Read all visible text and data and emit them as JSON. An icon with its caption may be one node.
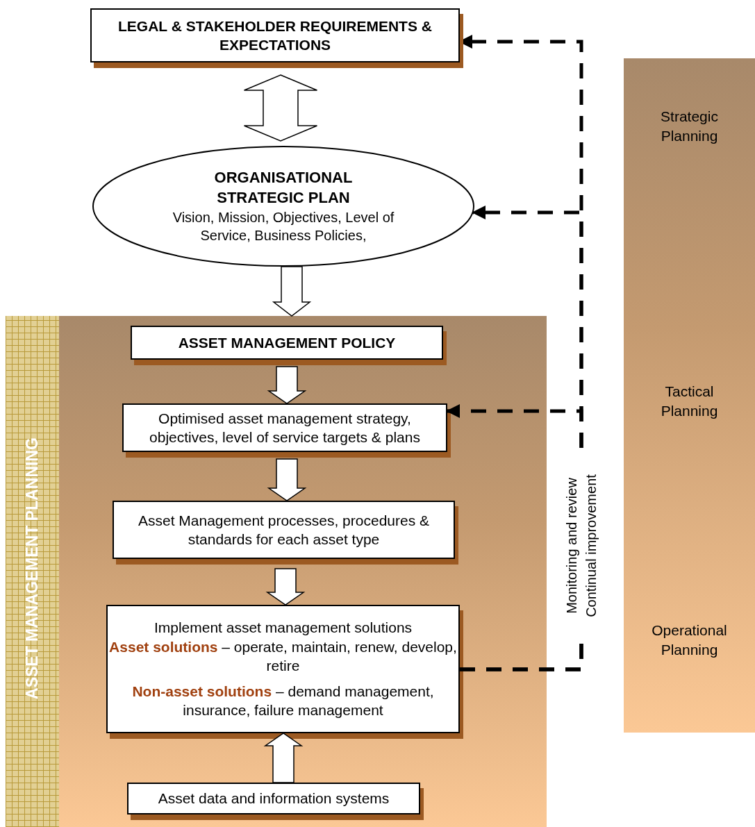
{
  "diagram": {
    "nodes": [
      {
        "text": [
          "LEGAL & STAKEHOLDER REQUIREMENTS & EXPECTATIONS"
        ]
      },
      {
        "text": [
          "ORGANISATIONAL STRATEGIC PLAN",
          "Vision, Mission, Objectives, Level of Service, Business Policies,"
        ]
      },
      {
        "text": [
          "ASSET MANAGEMENT PLANNING"
        ]
      },
      {
        "text": [
          "ASSET MANAGEMENT POLICY"
        ],
        "in": 2
      },
      {
        "text": [
          "Optimised asset management strategy, objectives, level of service targets & plans"
        ],
        "in": 2
      },
      {
        "text": [
          "Asset Management processes, procedures & standards for each asset type"
        ],
        "in": 2
      },
      {
        "text": [
          "Implement asset management solutions",
          "**Asset solutions** – operate, maintain, renew, develop, retire",
          "**Non-asset solutions** – demand management, insurance, failure management"
        ],
        "in": 2
      },
      {
        "text": [
          "Asset data and information systems"
        ],
        "in": 2
      },
      {
        "text": [
          "Strategic Planning",
          "Tactical Planning",
          "Operational Planning"
        ]
      }
    ],
    "edges": [
      {
        "from": 0,
        "to": 1,
        "arrow": "both"
      },
      {
        "from": 1,
        "to": 2,
        "arrow": "to"
      },
      {
        "from": 3,
        "to": 4,
        "arrow": "to"
      },
      {
        "from": 4,
        "to": 5,
        "arrow": "to"
      },
      {
        "from": 5,
        "to": 6,
        "arrow": "to"
      },
      {
        "from": 7,
        "to": 6,
        "arrow": "to"
      },
      {
        "from": 6,
        "to": 0,
        "arrow": "to",
        "style": "dashed",
        "label": "Monitoring and review Continual improvement"
      },
      {
        "from": 6,
        "to": 1,
        "arrow": "to",
        "style": "dashed"
      },
      {
        "from": 6,
        "to": 4,
        "arrow": "to",
        "style": "dashed"
      }
    ]
  }
}
